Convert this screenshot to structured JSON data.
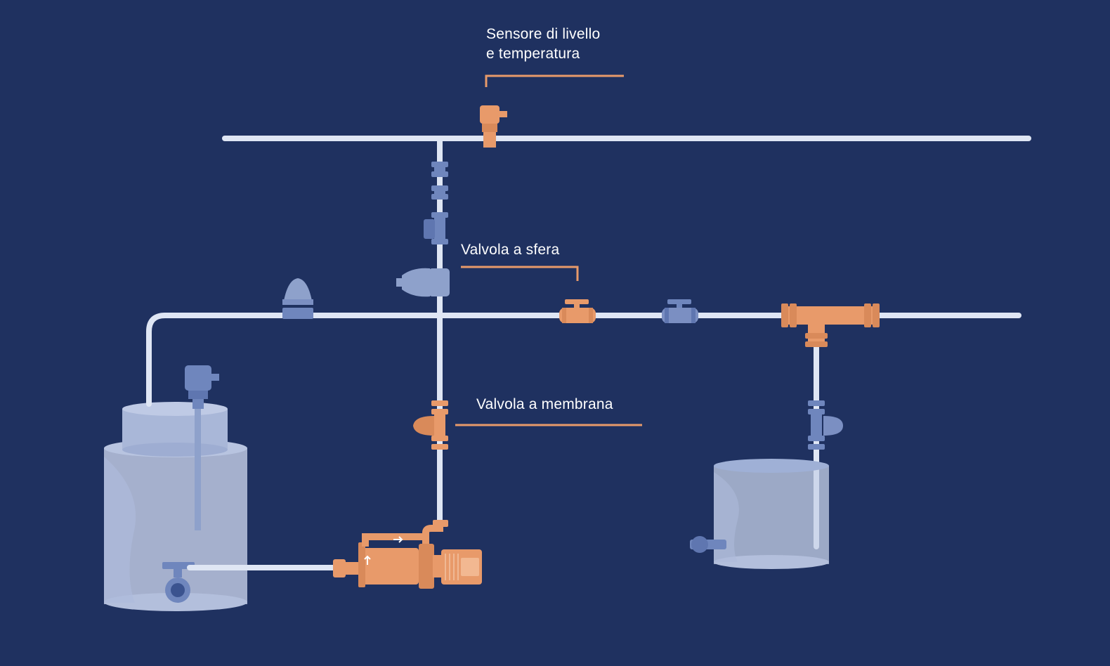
{
  "diagram": {
    "labels": {
      "level_temperature_sensor_line1": "Sensore di livello",
      "level_temperature_sensor_line2": "e temperatura",
      "ball_valve": "Valvola a sfera",
      "diaphragm_valve": "Valvola a membrana"
    },
    "colors": {
      "background": "#1f3160",
      "pipe": "#dfe6f4",
      "highlight_component": "#e89a6a",
      "secondary_component": "#6f86bd",
      "tank": "#c7d1e8",
      "callout_line": "#e89a6a",
      "label_text": "#ffffff"
    }
  }
}
